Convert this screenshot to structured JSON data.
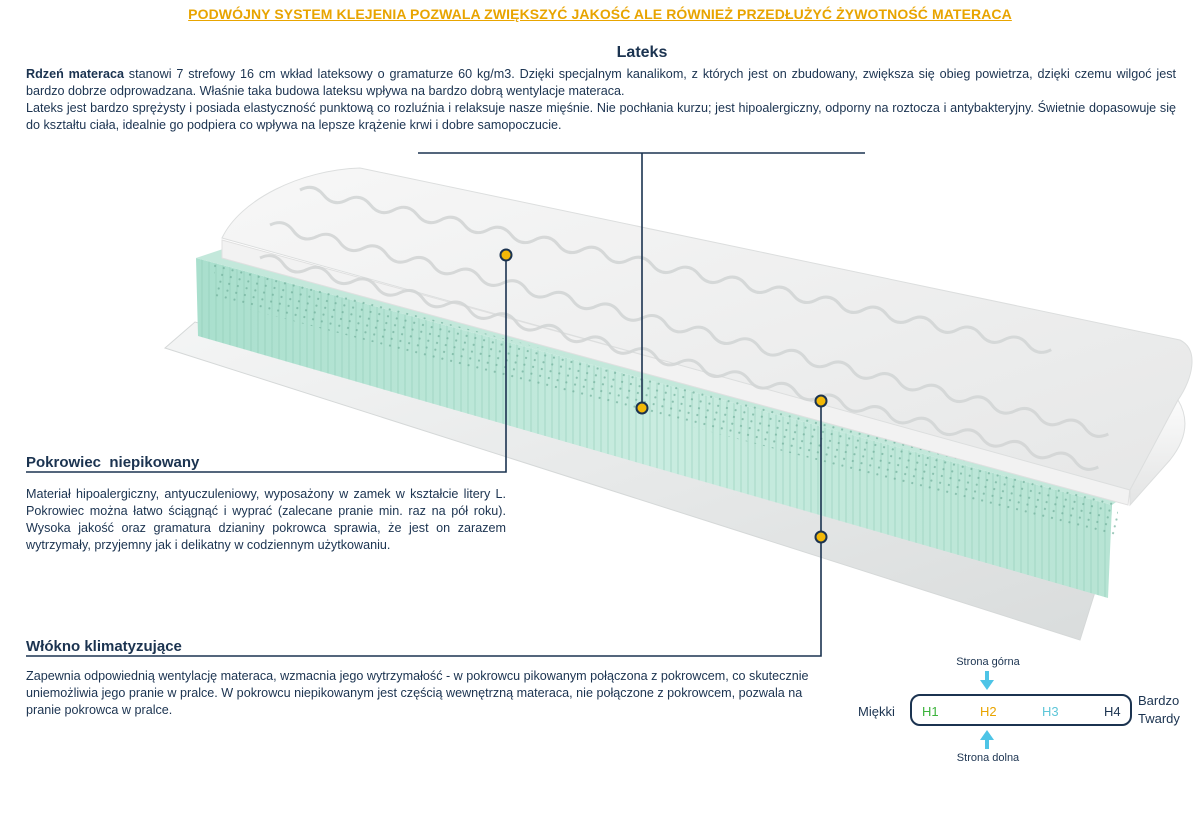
{
  "banner": "PODWÓJNY SYSTEM KLEJENIA POZWALA ZWIĘKSZYĆ JAKOŚĆ ALE RÓWNIEŻ PRZEDŁUŻYĆ ŻYWOTNOŚĆ MATERACA",
  "lateks": {
    "title": "Lateks",
    "lead": "Rdzeń materaca",
    "text1": " stanowi 7 strefowy 16 cm wkład lateksowy o gramaturze 60 kg/m3. Dzięki specjalnym kanalikom, z których jest on zbudowany, zwiększa się obieg powietrza, dzięki czemu wilgoć jest bardzo dobrze odprowadzana. Właśnie taka budowa lateksu wpływa na bardzo dobrą wentylacje materaca.",
    "text2": "Lateks jest bardzo sprężysty i posiada elastyczność punktową co rozluźnia i relaksuje nasze mięśnie. Nie pochłania kurzu; jest hipoalergiczny, odporny na roztocza i antybakteryjny. Świetnie dopasowuje się do kształtu ciała, idealnie go podpiera co wpływa na lepsze krążenie krwi i dobre samopoczucie."
  },
  "pokrowiec": {
    "title": "Pokrowiec  niepikowany",
    "text": "Materiał hipoalergiczny, antyuczuleniowy, wyposażony w zamek w kształcie litery L.  Pokrowiec można łatwo ściągnąć i wyprać (zalecane pranie min.  raz na pół roku). Wysoka jakość oraz gramatura dzianiny pokrowca sprawia, że jest on zarazem wytrzymały, przyjemny jak i delikatny w codziennym użytkowaniu."
  },
  "wlokno": {
    "title": "Włókno klimatyzujące",
    "text": "Zapewnia odpowiednią wentylację materaca, wzmacnia jego wytrzymałość - w pokrowcu pikowanym połączona z pokrowcem, co skutecznie uniemożliwia jego pranie w pralce. W pokrowcu niepikowanym jest częścią wewnętrzną materaca, nie połączone z pokrowcem, pozwala na pranie pokrowca w pralce."
  },
  "scale": {
    "top_label": "Strona górna",
    "bottom_label": "Strona dolna",
    "soft": "Miękki",
    "hard": "Bardzo Twardy",
    "levels": [
      "H1",
      "H2",
      "H3",
      "H4"
    ]
  },
  "colors": {
    "navy": "#1b3350",
    "gold": "#e8a400",
    "mint": "#bfe8dc",
    "arrow": "#4ec4e6"
  }
}
